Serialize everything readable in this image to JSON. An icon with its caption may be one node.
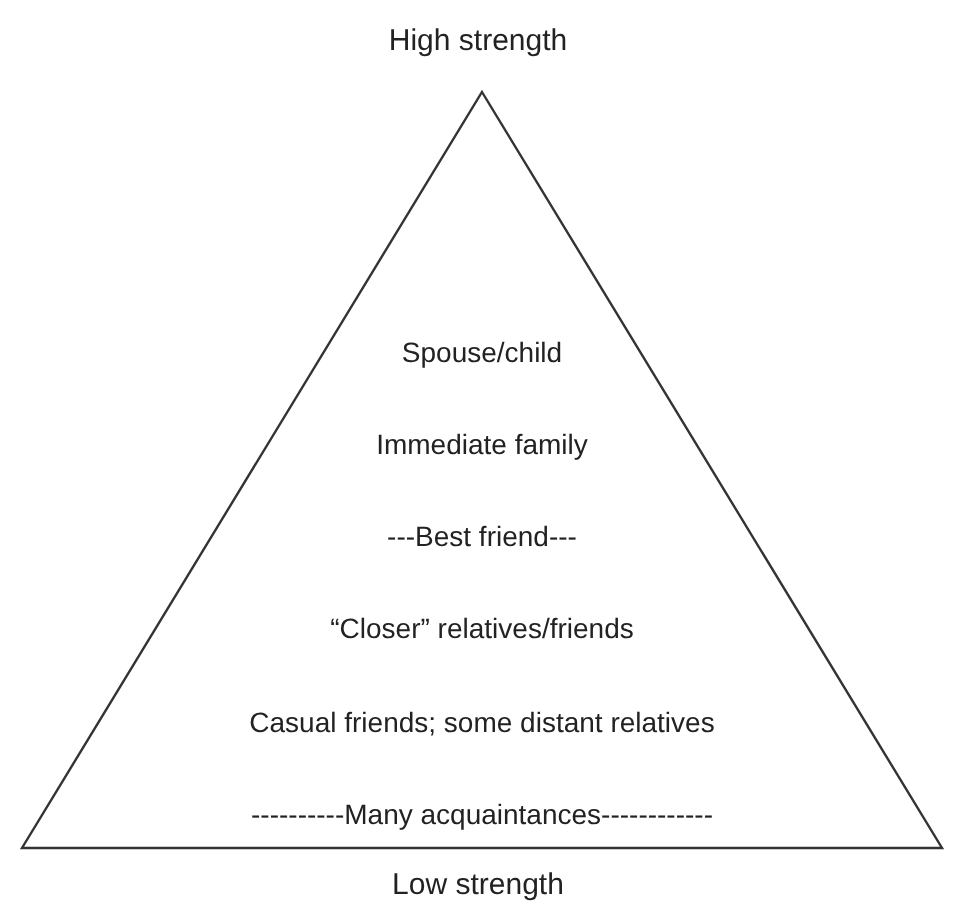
{
  "diagram": {
    "nodes": [
      {
        "text": [
          "Spouse/child",
          "Immediate family",
          "---Best friend---",
          "“Closer” relatives/friends",
          "Casual friends; some distant relatives",
          "----------Many acquaintances------------"
        ]
      }
    ],
    "labels": [
      "High strength",
      "Low strength"
    ]
  }
}
